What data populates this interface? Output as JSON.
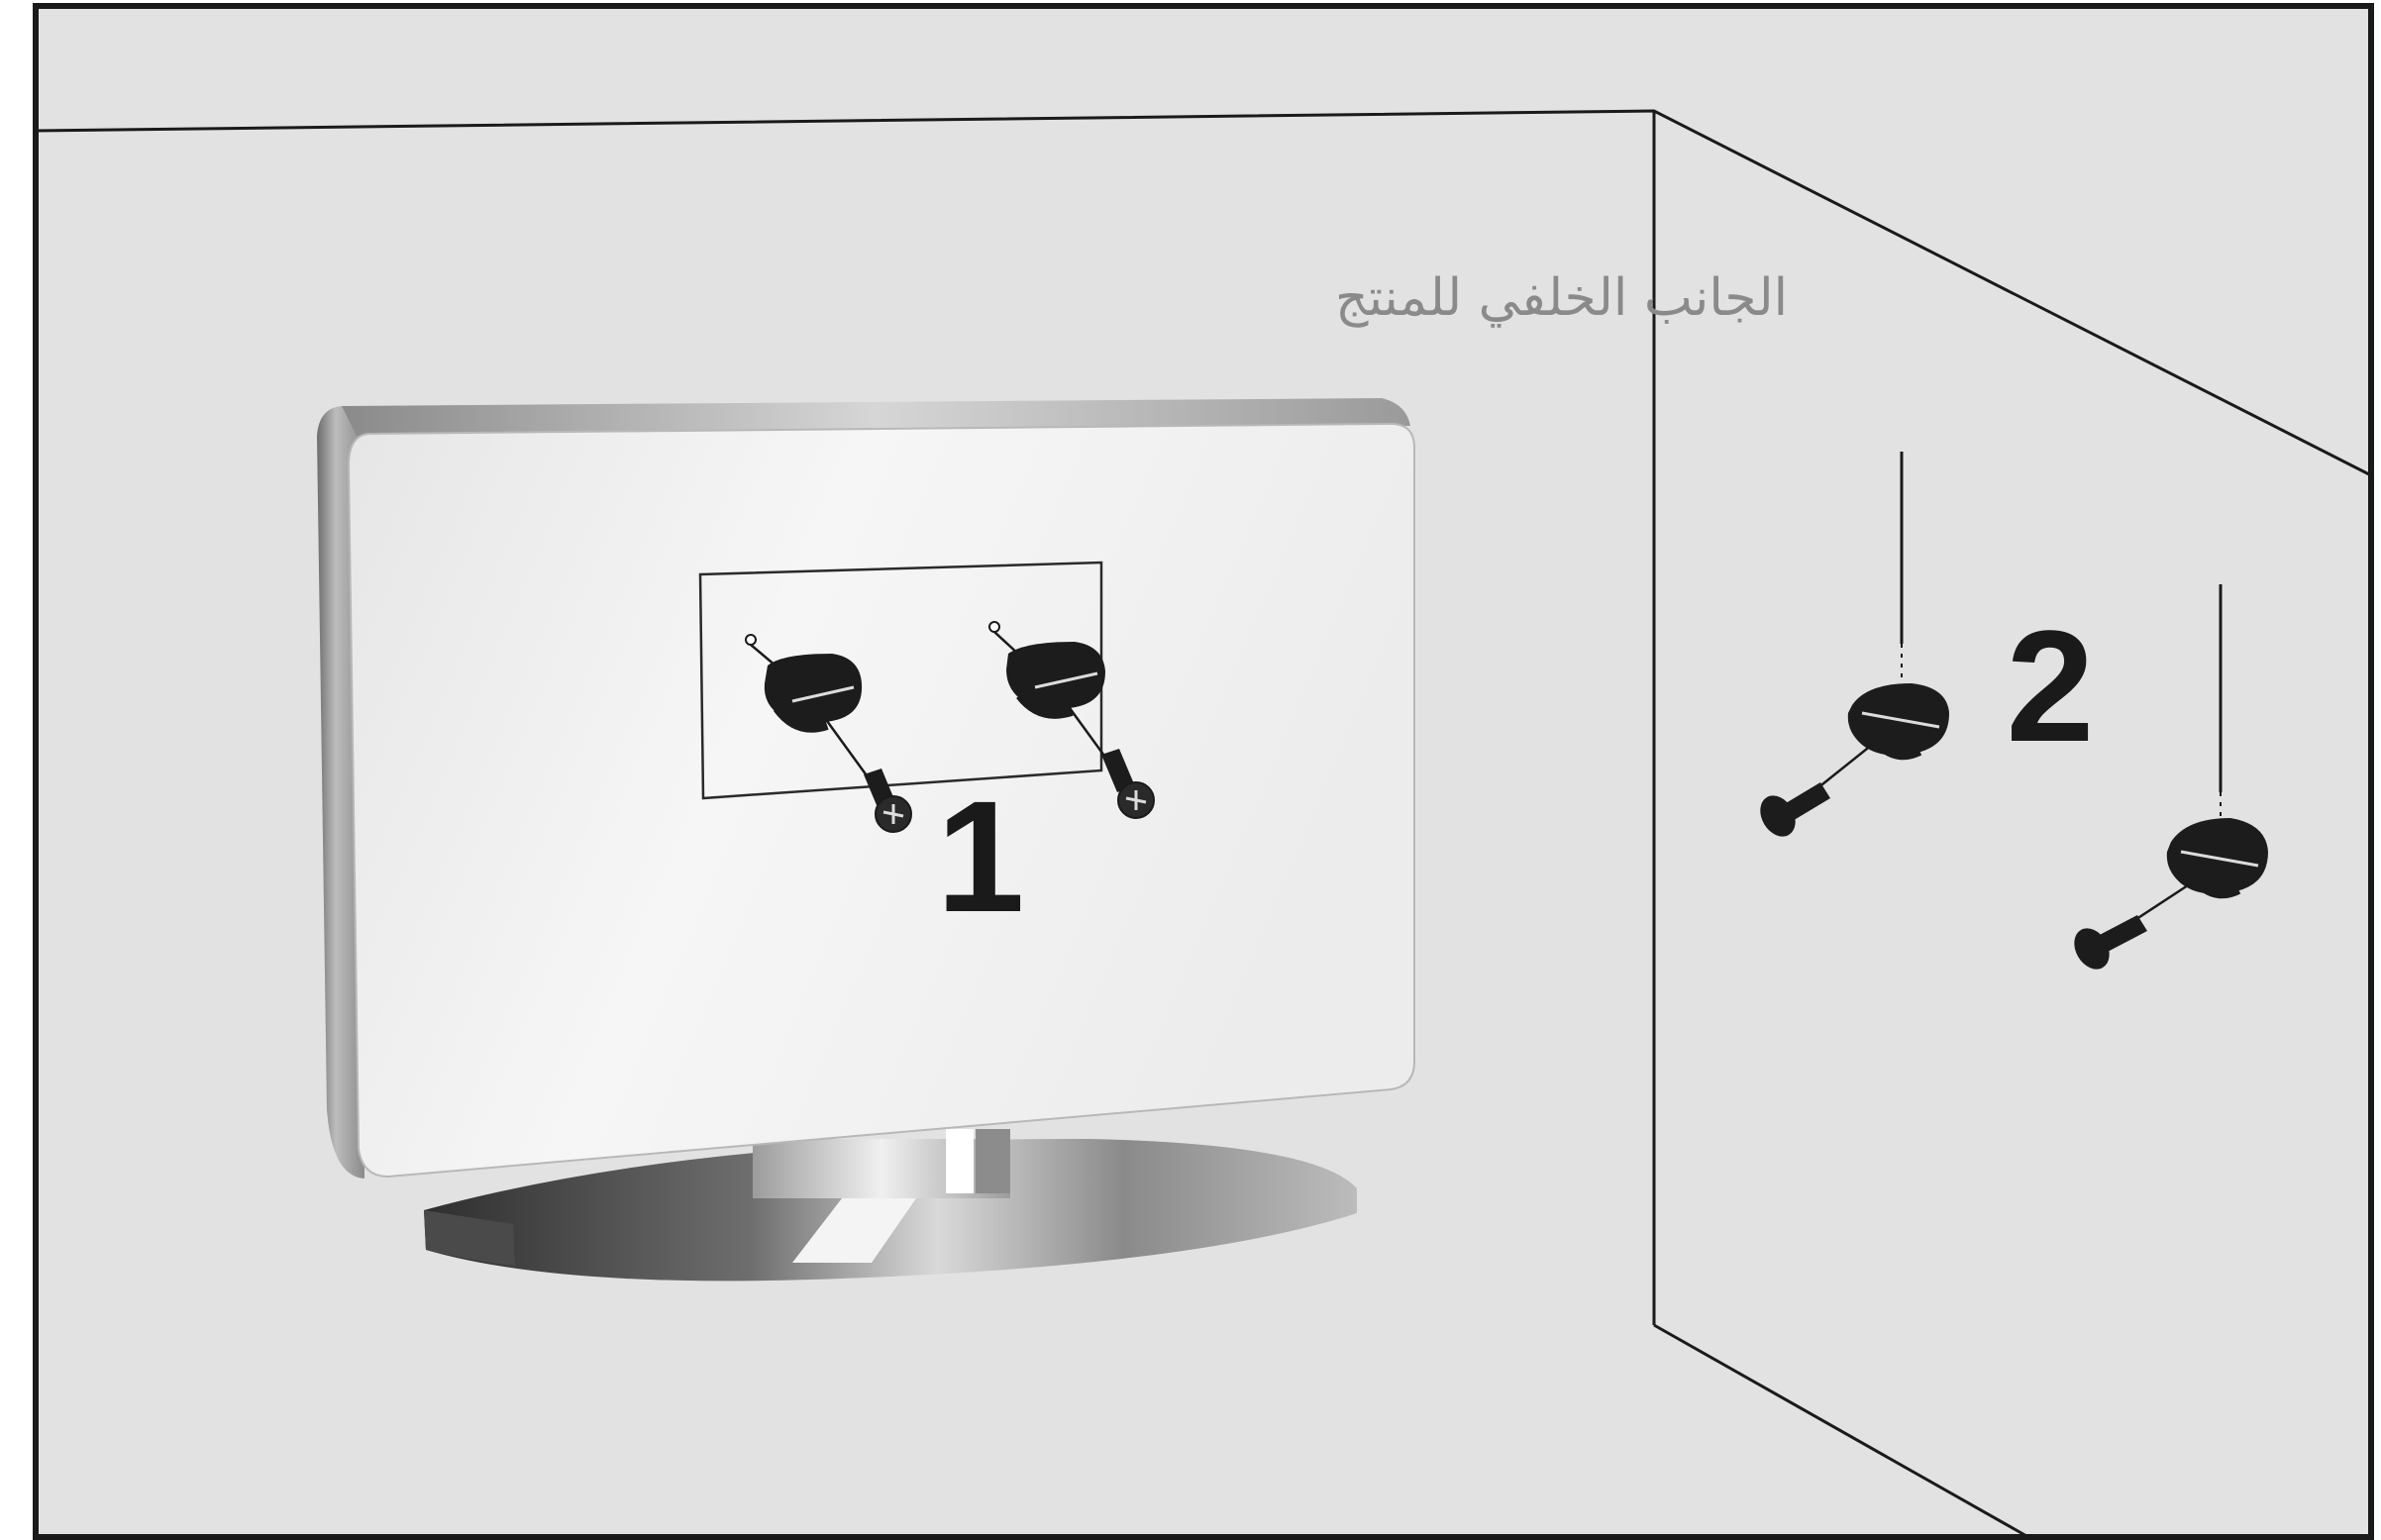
{
  "figure": {
    "caption": "الجانب الخلفي للمنتج",
    "steps": [
      {
        "label": "1"
      },
      {
        "label": "2"
      }
    ],
    "colors": {
      "frame_border": "#1a1a1a",
      "background": "#e2e2e2",
      "wall_line": "#1a1a1a",
      "tv_back": "#f2f2f2",
      "hardware": "#1a1a1a"
    }
  }
}
